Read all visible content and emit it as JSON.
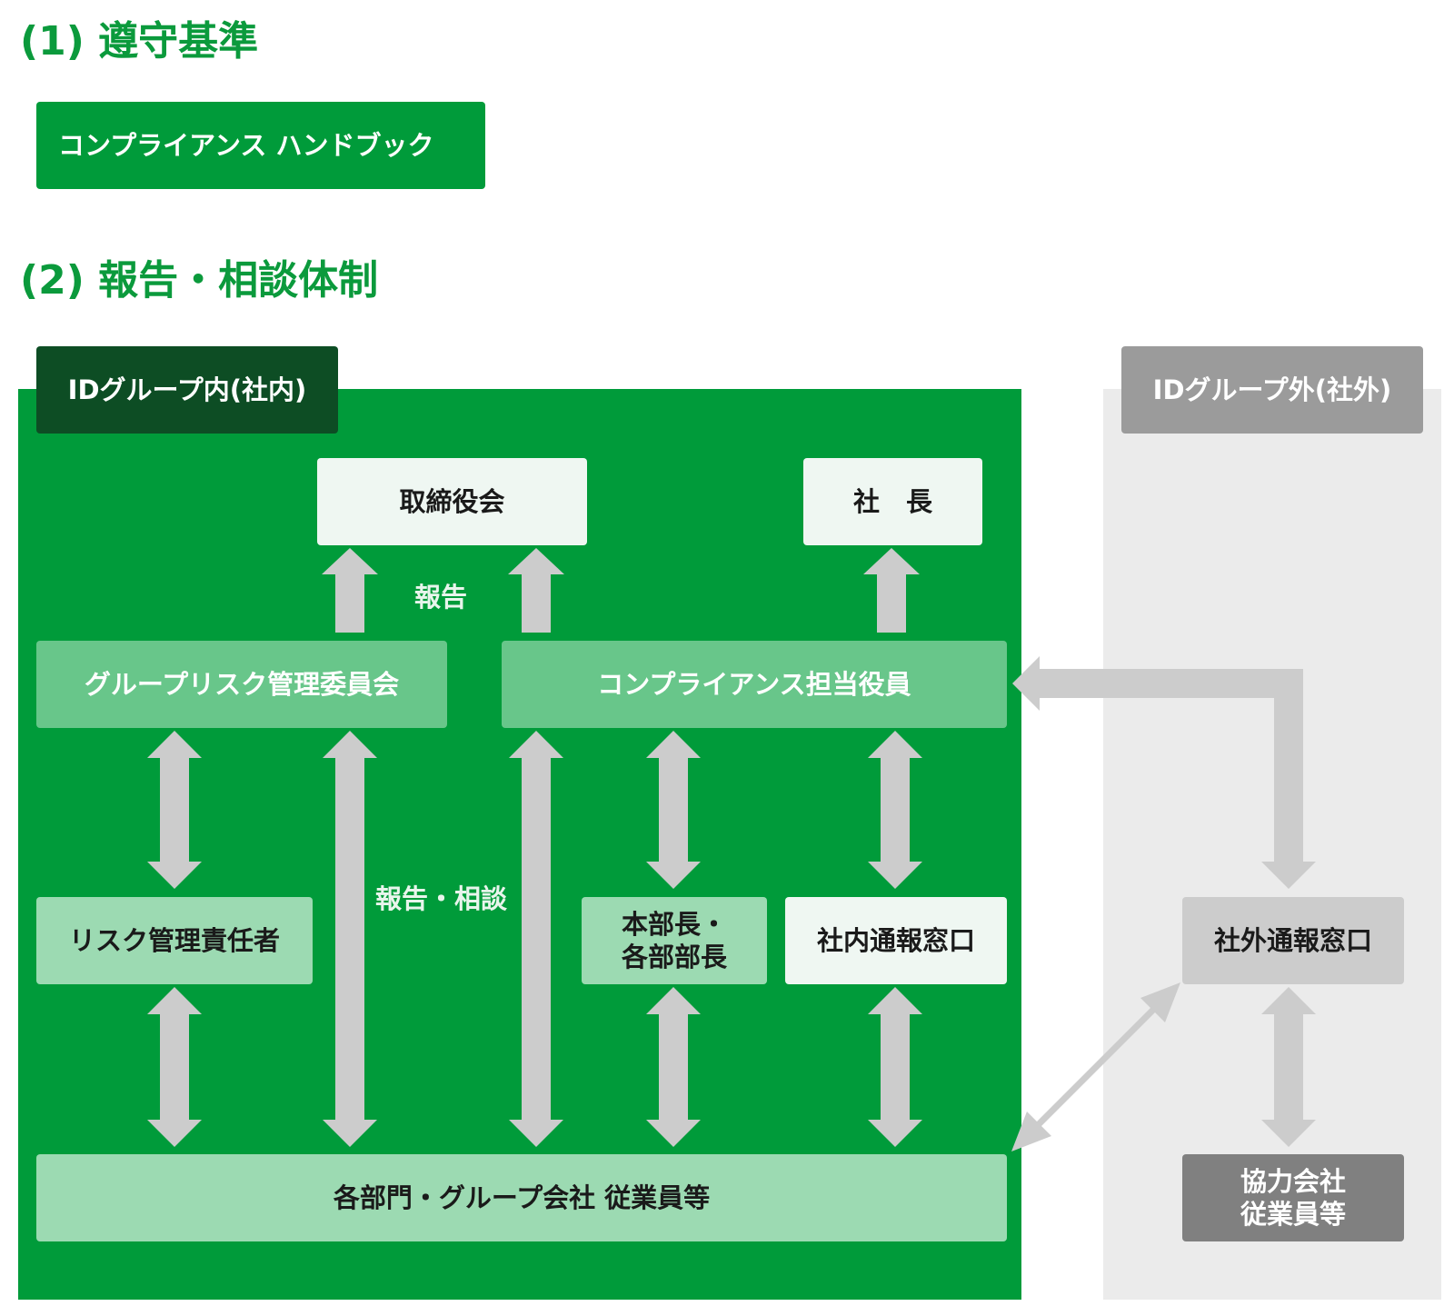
{
  "section1": {
    "heading": "(1) 遵守基準",
    "button_label": "コンプライアンス ハンドブック"
  },
  "section2": {
    "heading": "(2) 報告・相談体制"
  },
  "inside": {
    "tab_label": "IDグループ内(社内)",
    "board": "取締役会",
    "president": "社　長",
    "risk_committee": "グループリスク管理委員会",
    "compliance_officer": "コンプライアンス担当役員",
    "risk_manager": "リスク管理責任者",
    "division_heads": "本部長・\n各部部長",
    "internal_hotline": "社内通報窓口",
    "employees": "各部門・グループ会社 従業員等",
    "label_report": "報告",
    "label_report_consult": "報告・相談"
  },
  "outside": {
    "tab_label": "IDグループ外(社外)",
    "external_hotline": "社外通報窓口",
    "partners": "協力会社\n従業員等"
  },
  "colors": {
    "brand_green": "#009b3a",
    "heading_green": "#0b9a3c",
    "dark_green": "#0d4d24",
    "arrow_gray": "#cccccc",
    "outside_panel": "#ebebeb"
  }
}
